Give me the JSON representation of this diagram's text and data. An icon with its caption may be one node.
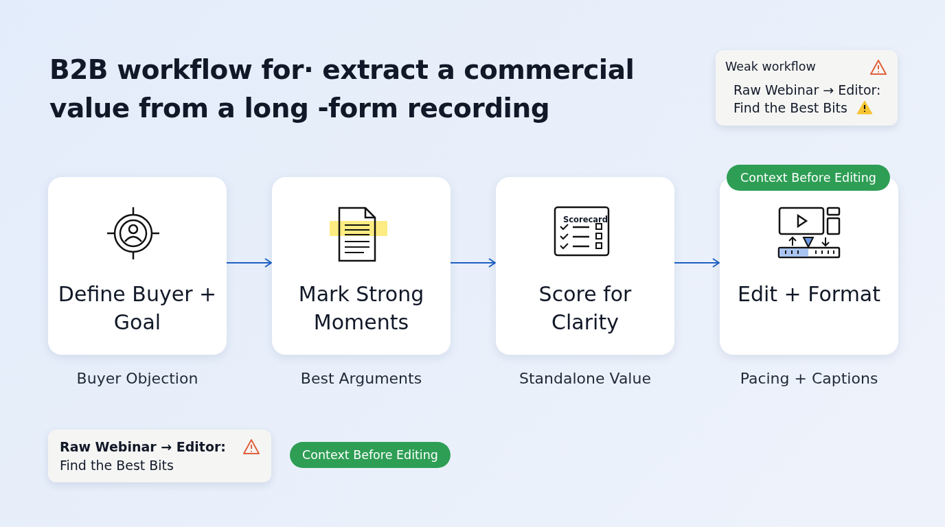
{
  "diagram": {
    "title": "B2B workflow for· extract a commercial value from a long -form recording",
    "nodes": [
      {
        "text": [
          "Define Buyer + Goal"
        ],
        "beside": [
          "Buyer Objection"
        ]
      },
      {
        "text": [
          "Mark Strong Moments"
        ],
        "beside": [
          "Best Arguments"
        ]
      },
      {
        "text": [
          "Score for Clarity"
        ],
        "beside": [
          "Standalone Value"
        ]
      },
      {
        "text": [
          "Edit + Format"
        ],
        "beside": [
          "Pacing + Captions"
        ]
      },
      {
        "text": [
          "Context Before Editing"
        ]
      },
      {
        "text": [
          "Weak workflow",
          "Raw Webinar → Editor: Find the Best Bits"
        ]
      },
      {
        "text": [
          "**Raw Webinar → Editor:** Find the Best Bits"
        ]
      },
      {
        "text": [
          "Context Before Editing"
        ]
      }
    ],
    "edges": [
      {
        "from": 0,
        "to": 1,
        "arrow": "to"
      },
      {
        "from": 1,
        "to": 2,
        "arrow": "to"
      },
      {
        "from": 2,
        "to": 3,
        "arrow": "to"
      }
    ],
    "labels": [
      "Scorecard"
    ]
  }
}
